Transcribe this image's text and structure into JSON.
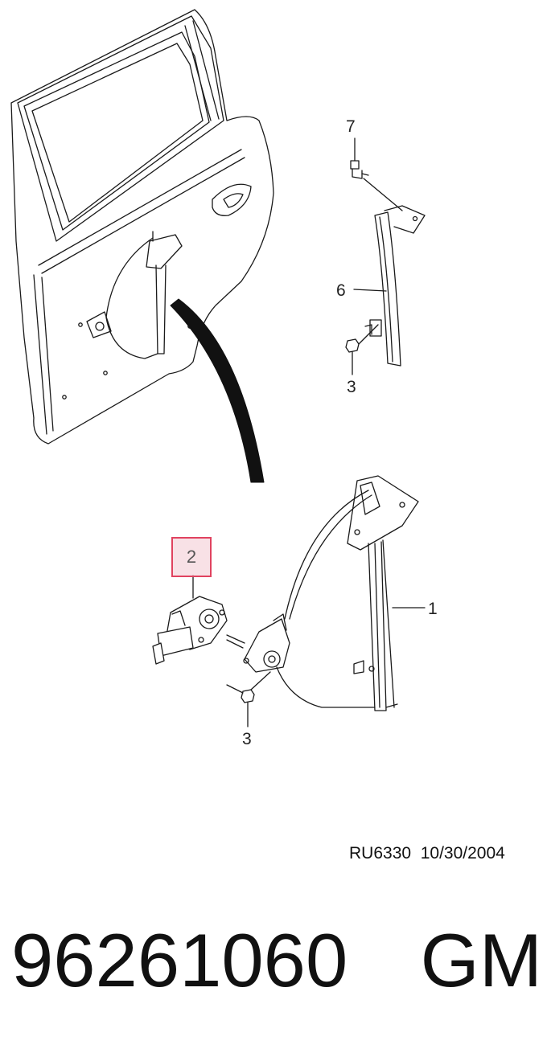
{
  "callouts": {
    "c7": "7",
    "c6": "6",
    "c3_upper": "3",
    "c2": "2",
    "c1": "1",
    "c3_lower": "3"
  },
  "highlight_color": "#e0425f",
  "reference": {
    "code": "RU6330",
    "date": "10/30/2004"
  },
  "part": {
    "number": "96261060",
    "brand": "GM"
  }
}
